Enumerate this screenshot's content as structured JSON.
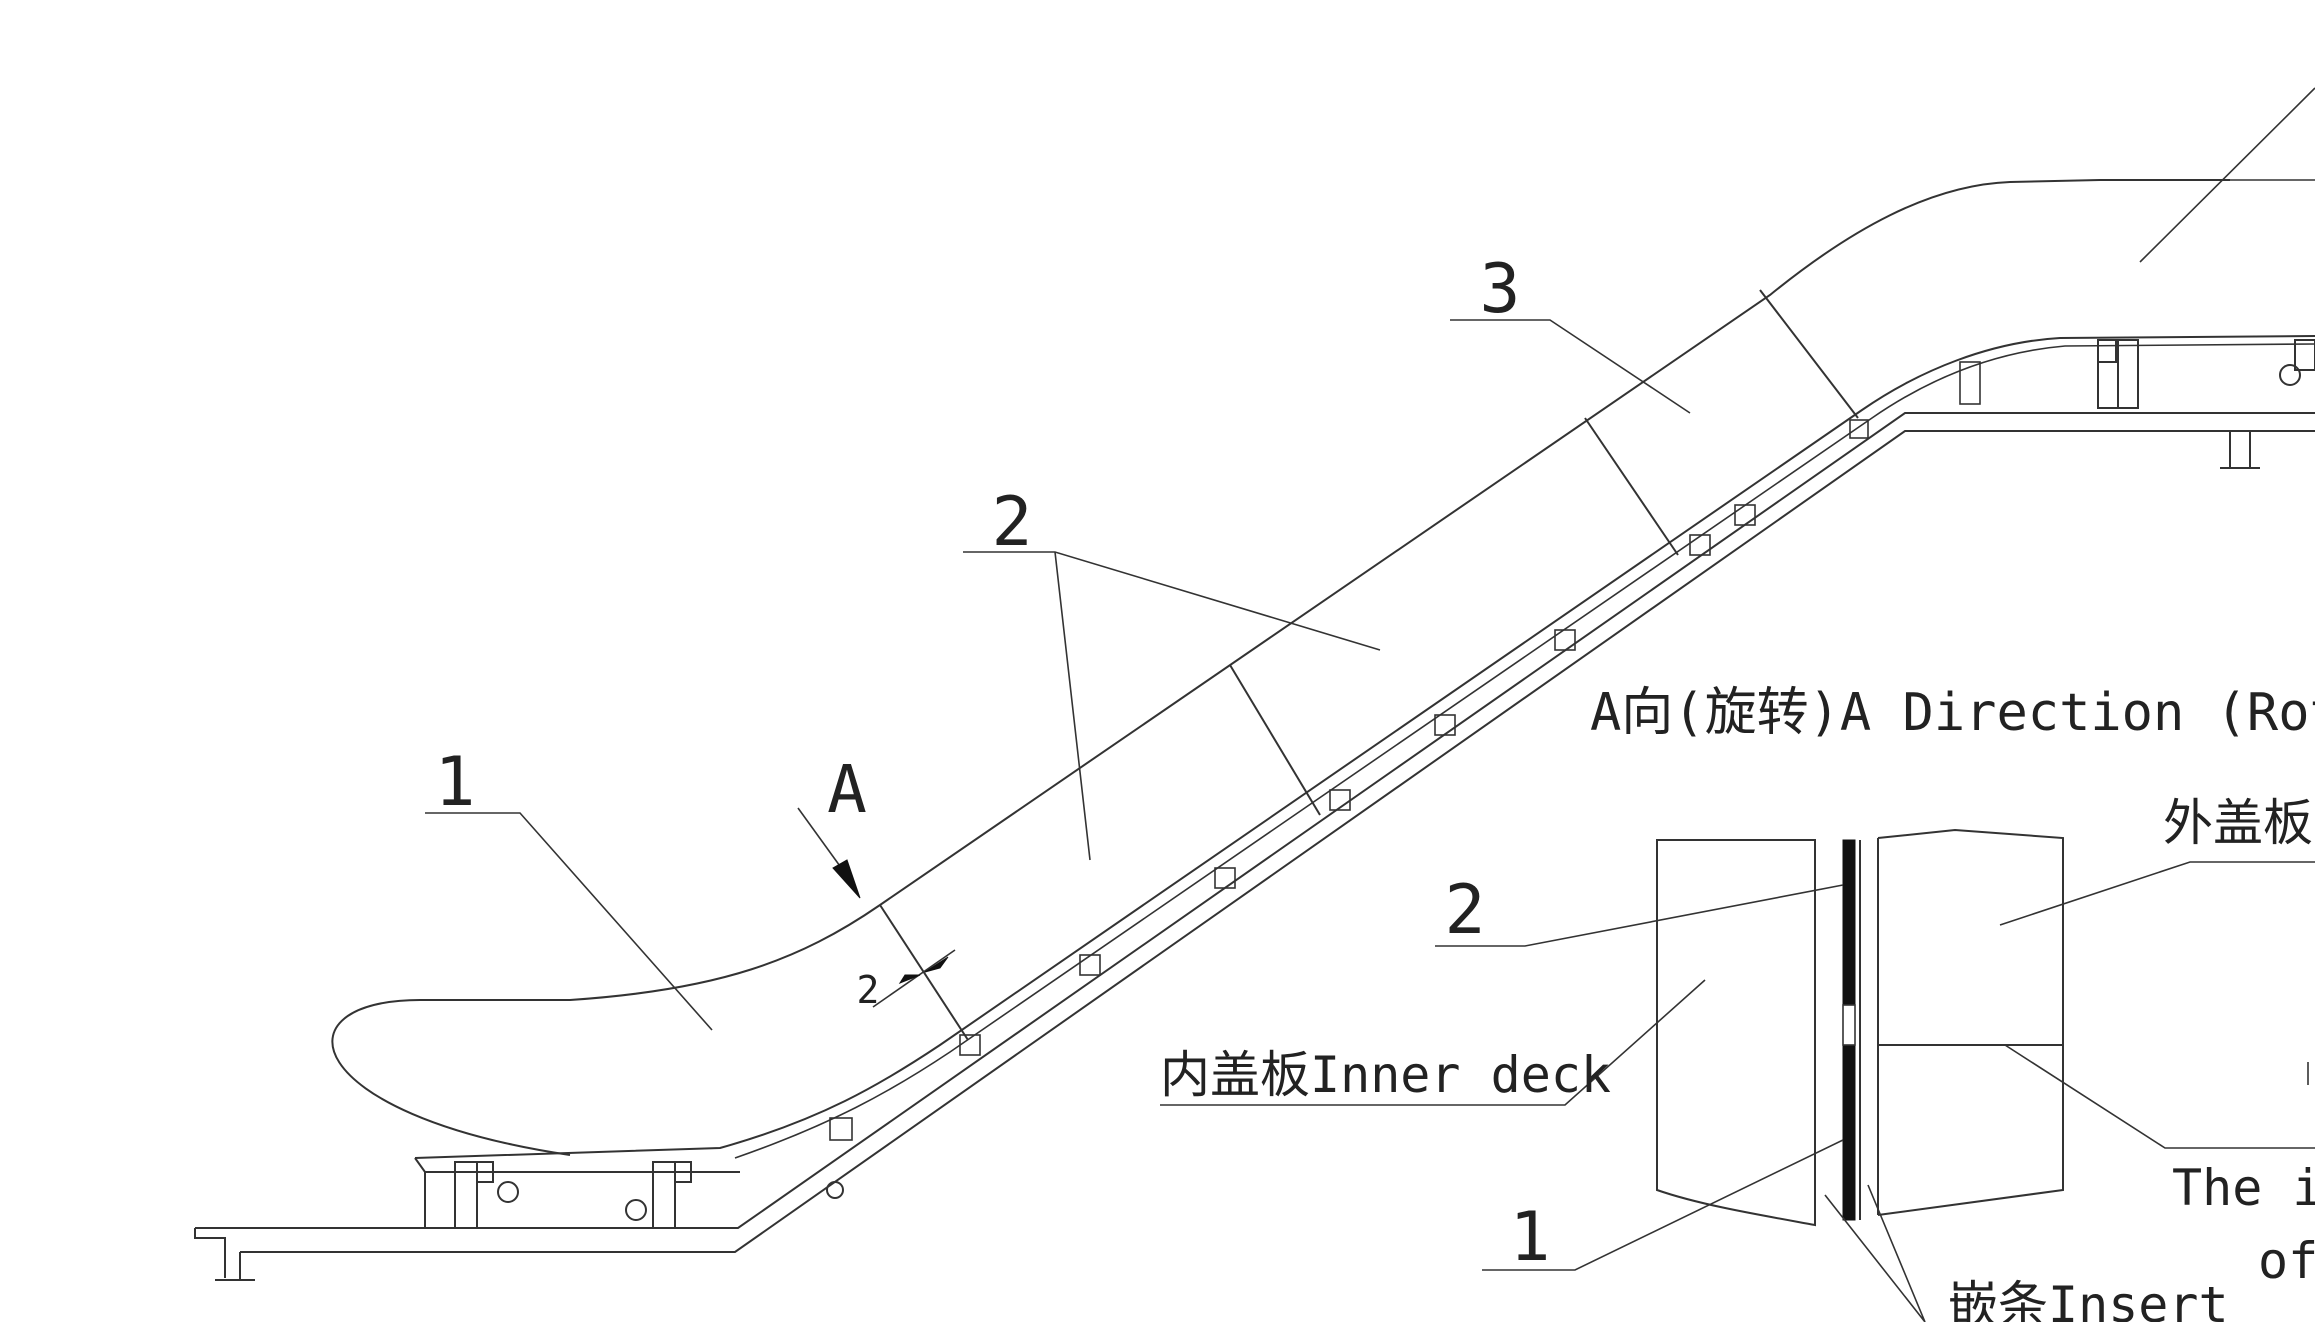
{
  "balloons": {
    "b1": "1",
    "b2": "2",
    "b3": "3",
    "detail_b2": "2",
    "detail_b1": "1"
  },
  "view_letter": "A",
  "dimension_value": "2",
  "detail_title": "A向(旋转)A Direction (Rotati",
  "labels": {
    "inner_deck": "内盖板Inner deck",
    "outer_deck": "外盖板Ou",
    "insert": "嵌条Insert",
    "interior_line1": "The in",
    "interior_line2": "of"
  }
}
